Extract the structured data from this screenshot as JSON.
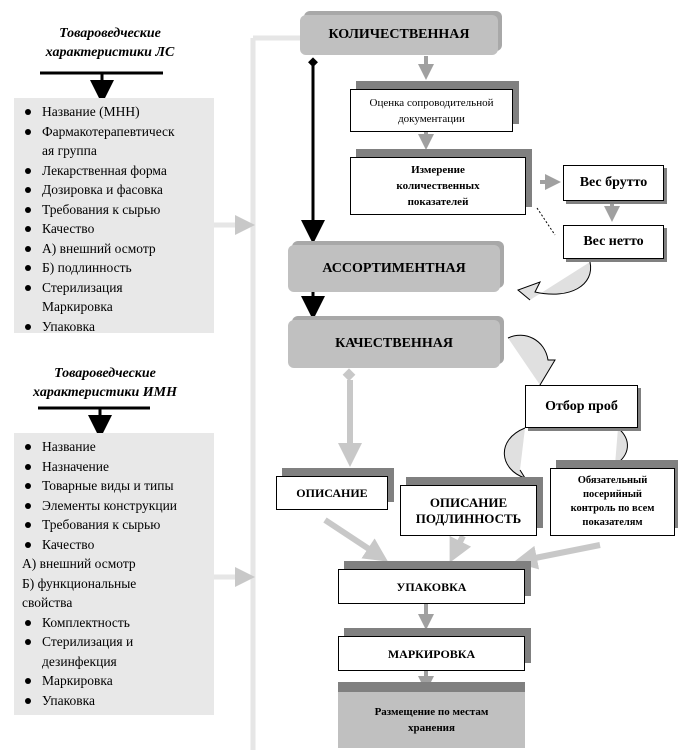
{
  "left": {
    "title1": [
      "Товароведческие",
      "характеристики ЛС"
    ],
    "list1": [
      {
        "text": "Название (МНН)",
        "bullet": true
      },
      {
        "text": "Фармакотерапевтическ",
        "bullet": true
      },
      {
        "text": "ая группа",
        "bullet": false
      },
      {
        "text": "Лекарственная форма",
        "bullet": true
      },
      {
        "text": "Дозировка и фасовка",
        "bullet": true
      },
      {
        "text": "Требования к сырью",
        "bullet": true
      },
      {
        "text": "Качество",
        "bullet": true
      },
      {
        "text": "А) внешний осмотр",
        "bullet": true
      },
      {
        "text": "Б) подлинность",
        "bullet": true
      },
      {
        "text": "Стерилизация",
        "bullet": true
      },
      {
        "text": "Маркировка",
        "bullet": false
      },
      {
        "text": "Упаковка",
        "bullet": true
      }
    ],
    "title2": [
      "Товароведческие",
      "характеристики  ИМН"
    ],
    "list2": [
      {
        "text": "Название",
        "bullet": true
      },
      {
        "text": "Назначение",
        "bullet": true
      },
      {
        "text": "Товарные виды и типы",
        "bullet": true
      },
      {
        "text": "Элементы конструкции",
        "bullet": true
      },
      {
        "text": "Требования к сырью",
        "bullet": true
      },
      {
        "text": "Качество",
        "bullet": true
      },
      {
        "text": "А) внешний осмотр",
        "bullet": "none"
      },
      {
        "text": "Б) функциональные",
        "bullet": "none"
      },
      {
        "text": "свойства",
        "bullet": "none"
      },
      {
        "text": "Комплектность",
        "bullet": true
      },
      {
        "text": "Стерилизация и",
        "bullet": true
      },
      {
        "text": "дезинфекция",
        "bullet": false
      },
      {
        "text": "Маркировка",
        "bullet": true
      },
      {
        "text": "Упаковка",
        "bullet": true
      }
    ]
  },
  "flow": {
    "quantitative": "КОЛИЧЕСТВЕННАЯ",
    "docs": [
      "Оценка сопроводительной",
      "документации"
    ],
    "measure": [
      "Измерение",
      "количественных",
      "показателей"
    ],
    "gross": "Вес брутто",
    "net": "Вес нетто",
    "assortment": "АССОРТИМЕНТНАЯ",
    "qualitative": "КАЧЕСТВЕННАЯ",
    "sampling": "Отбор проб",
    "description": "ОПИСАНИЕ",
    "authenticity": [
      "ОПИСАНИЕ",
      "ПОДЛИННОСТЬ"
    ],
    "control": [
      "Обязательный",
      "посерийный",
      "контроль по всем",
      "показателям"
    ],
    "packaging": "УПАКОВКА",
    "labeling": "МАРКИРОВКА",
    "storage": [
      "Размещение по местам",
      "хранения"
    ]
  }
}
